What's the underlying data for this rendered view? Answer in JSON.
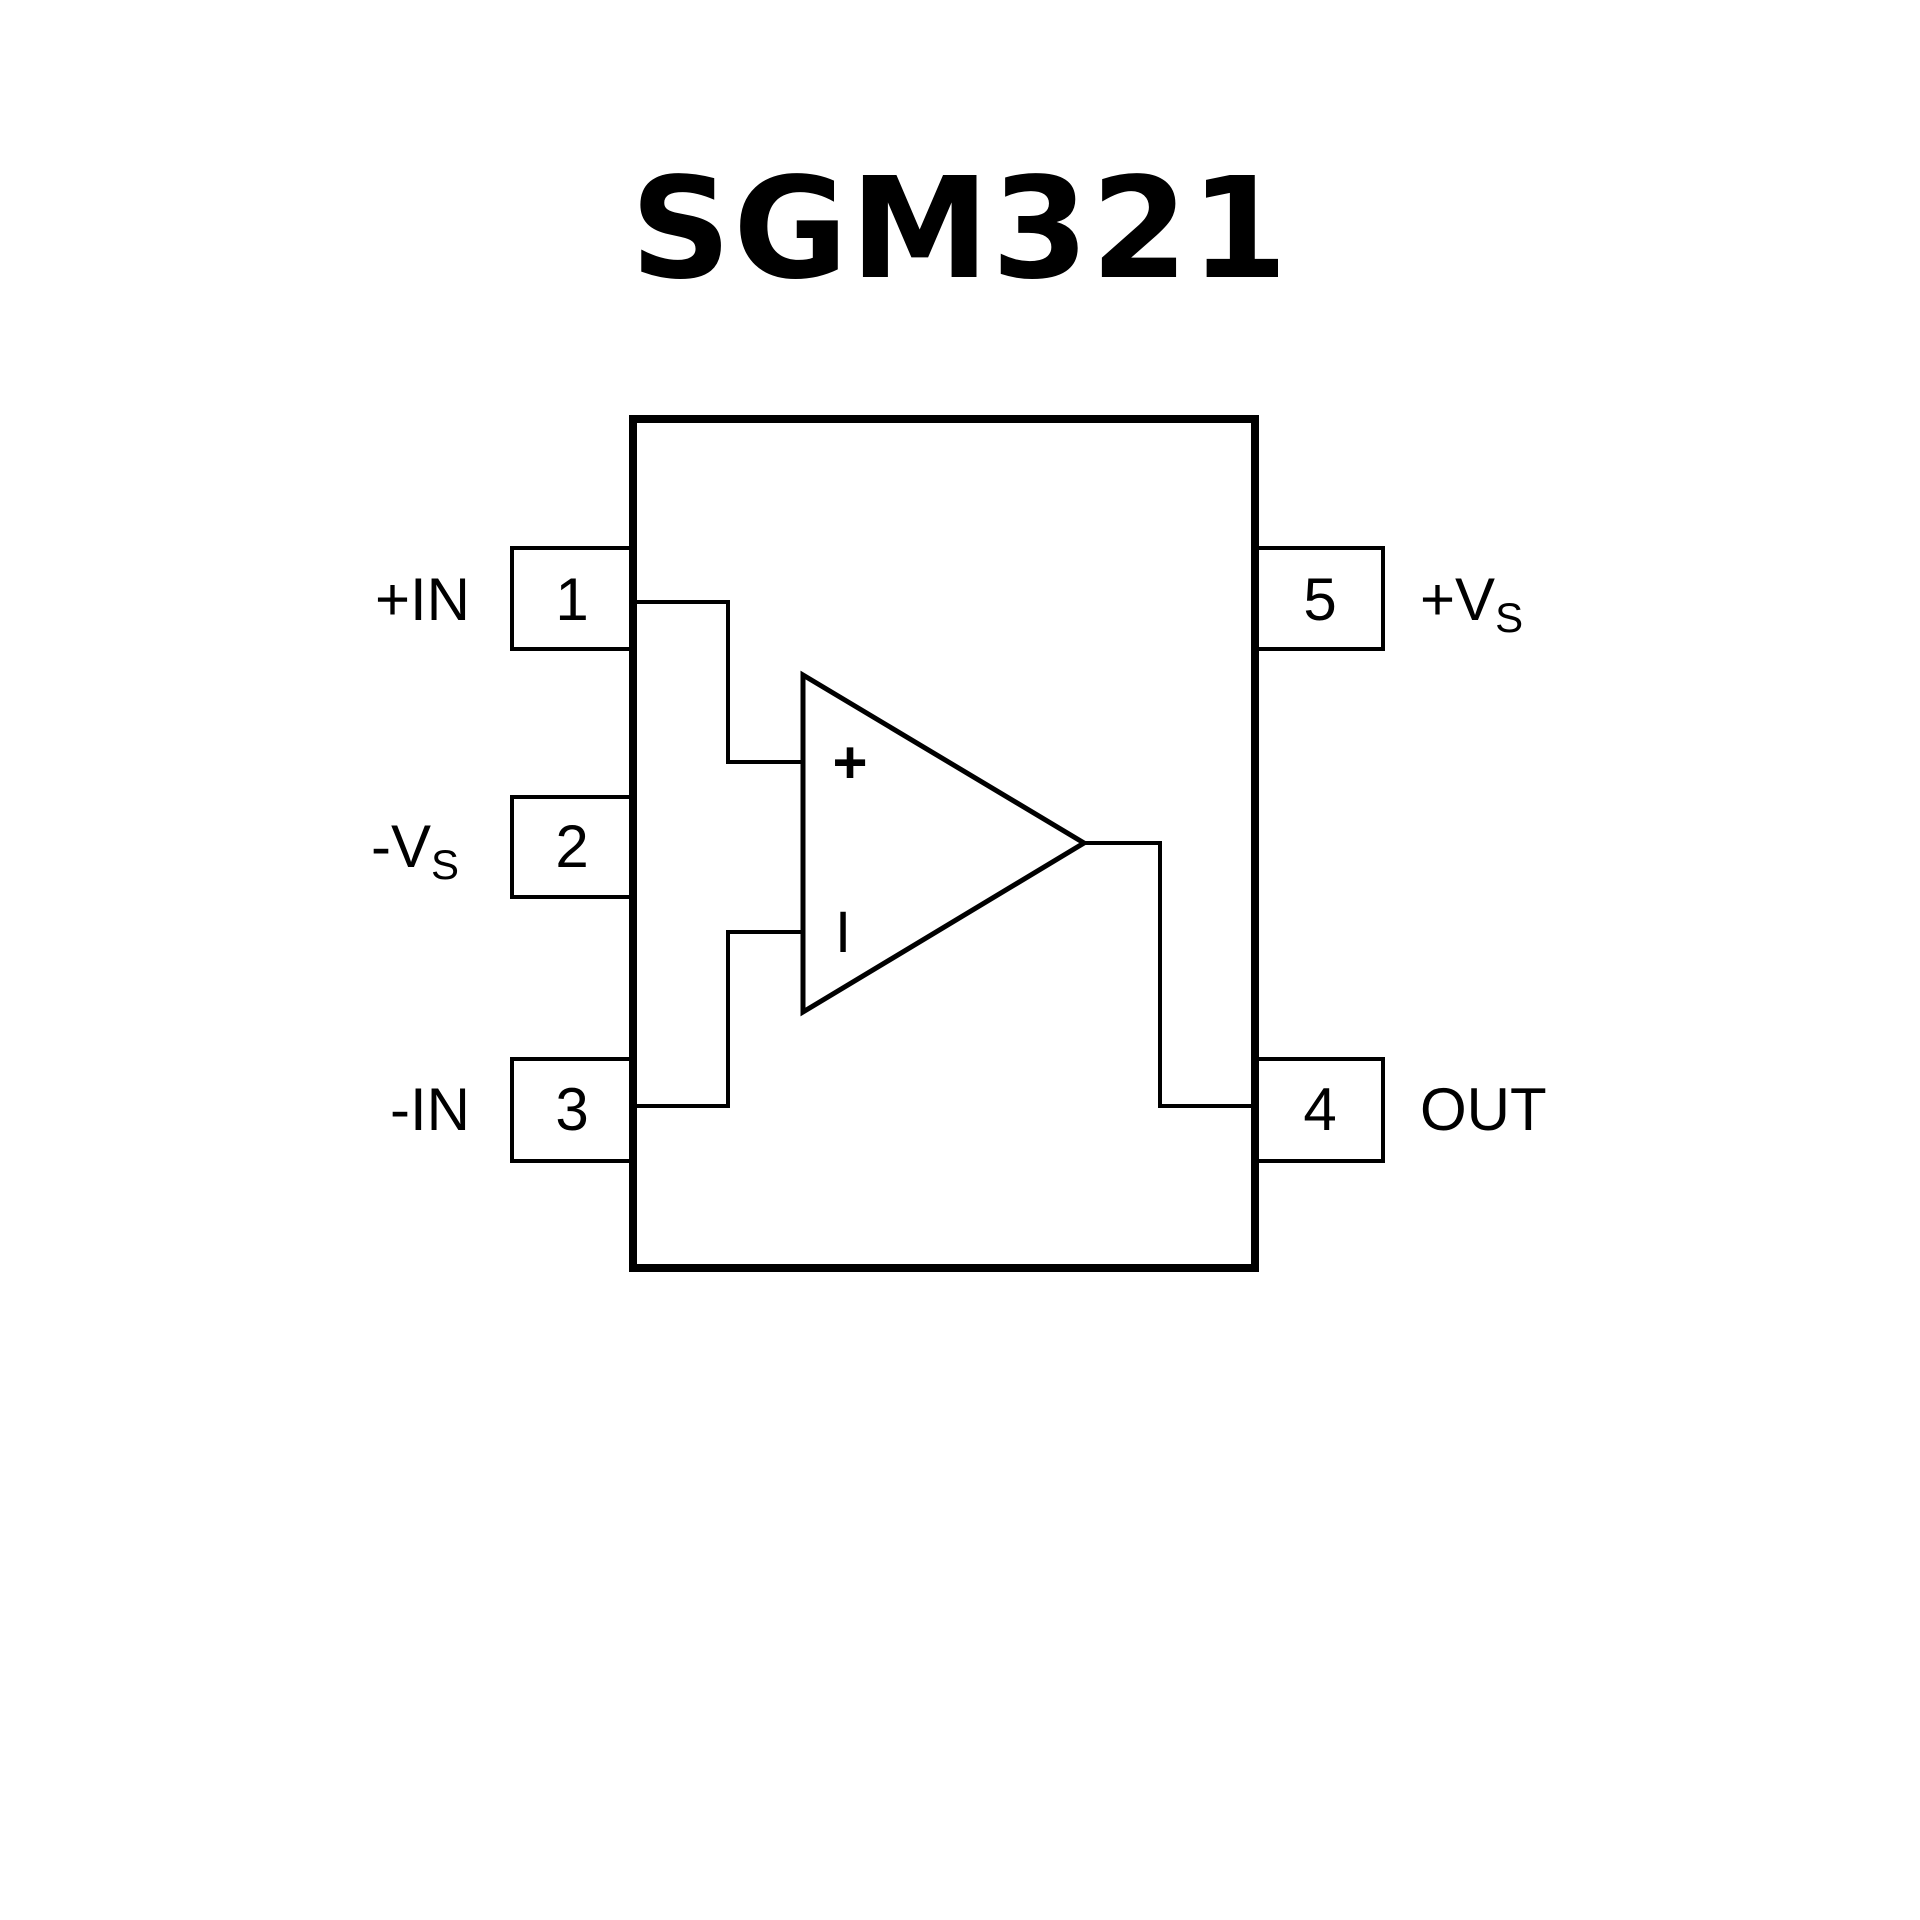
{
  "diagram": {
    "title": "SGM321",
    "type": "pinout",
    "colors": {
      "line": "#000000",
      "background": "#ffffff"
    },
    "pins": [
      {
        "number": "1",
        "name_main": "+IN",
        "name_sub": "",
        "side": "left"
      },
      {
        "number": "2",
        "name_main": "-V",
        "name_sub": "S",
        "side": "left"
      },
      {
        "number": "3",
        "name_main": "-IN",
        "name_sub": "",
        "side": "left"
      },
      {
        "number": "4",
        "name_main": "OUT",
        "name_sub": "",
        "side": "right"
      },
      {
        "number": "5",
        "name_main": "+V",
        "name_sub": "S",
        "side": "right"
      }
    ],
    "opamp": {
      "plus_symbol": "+",
      "minus_symbol": "I"
    }
  }
}
